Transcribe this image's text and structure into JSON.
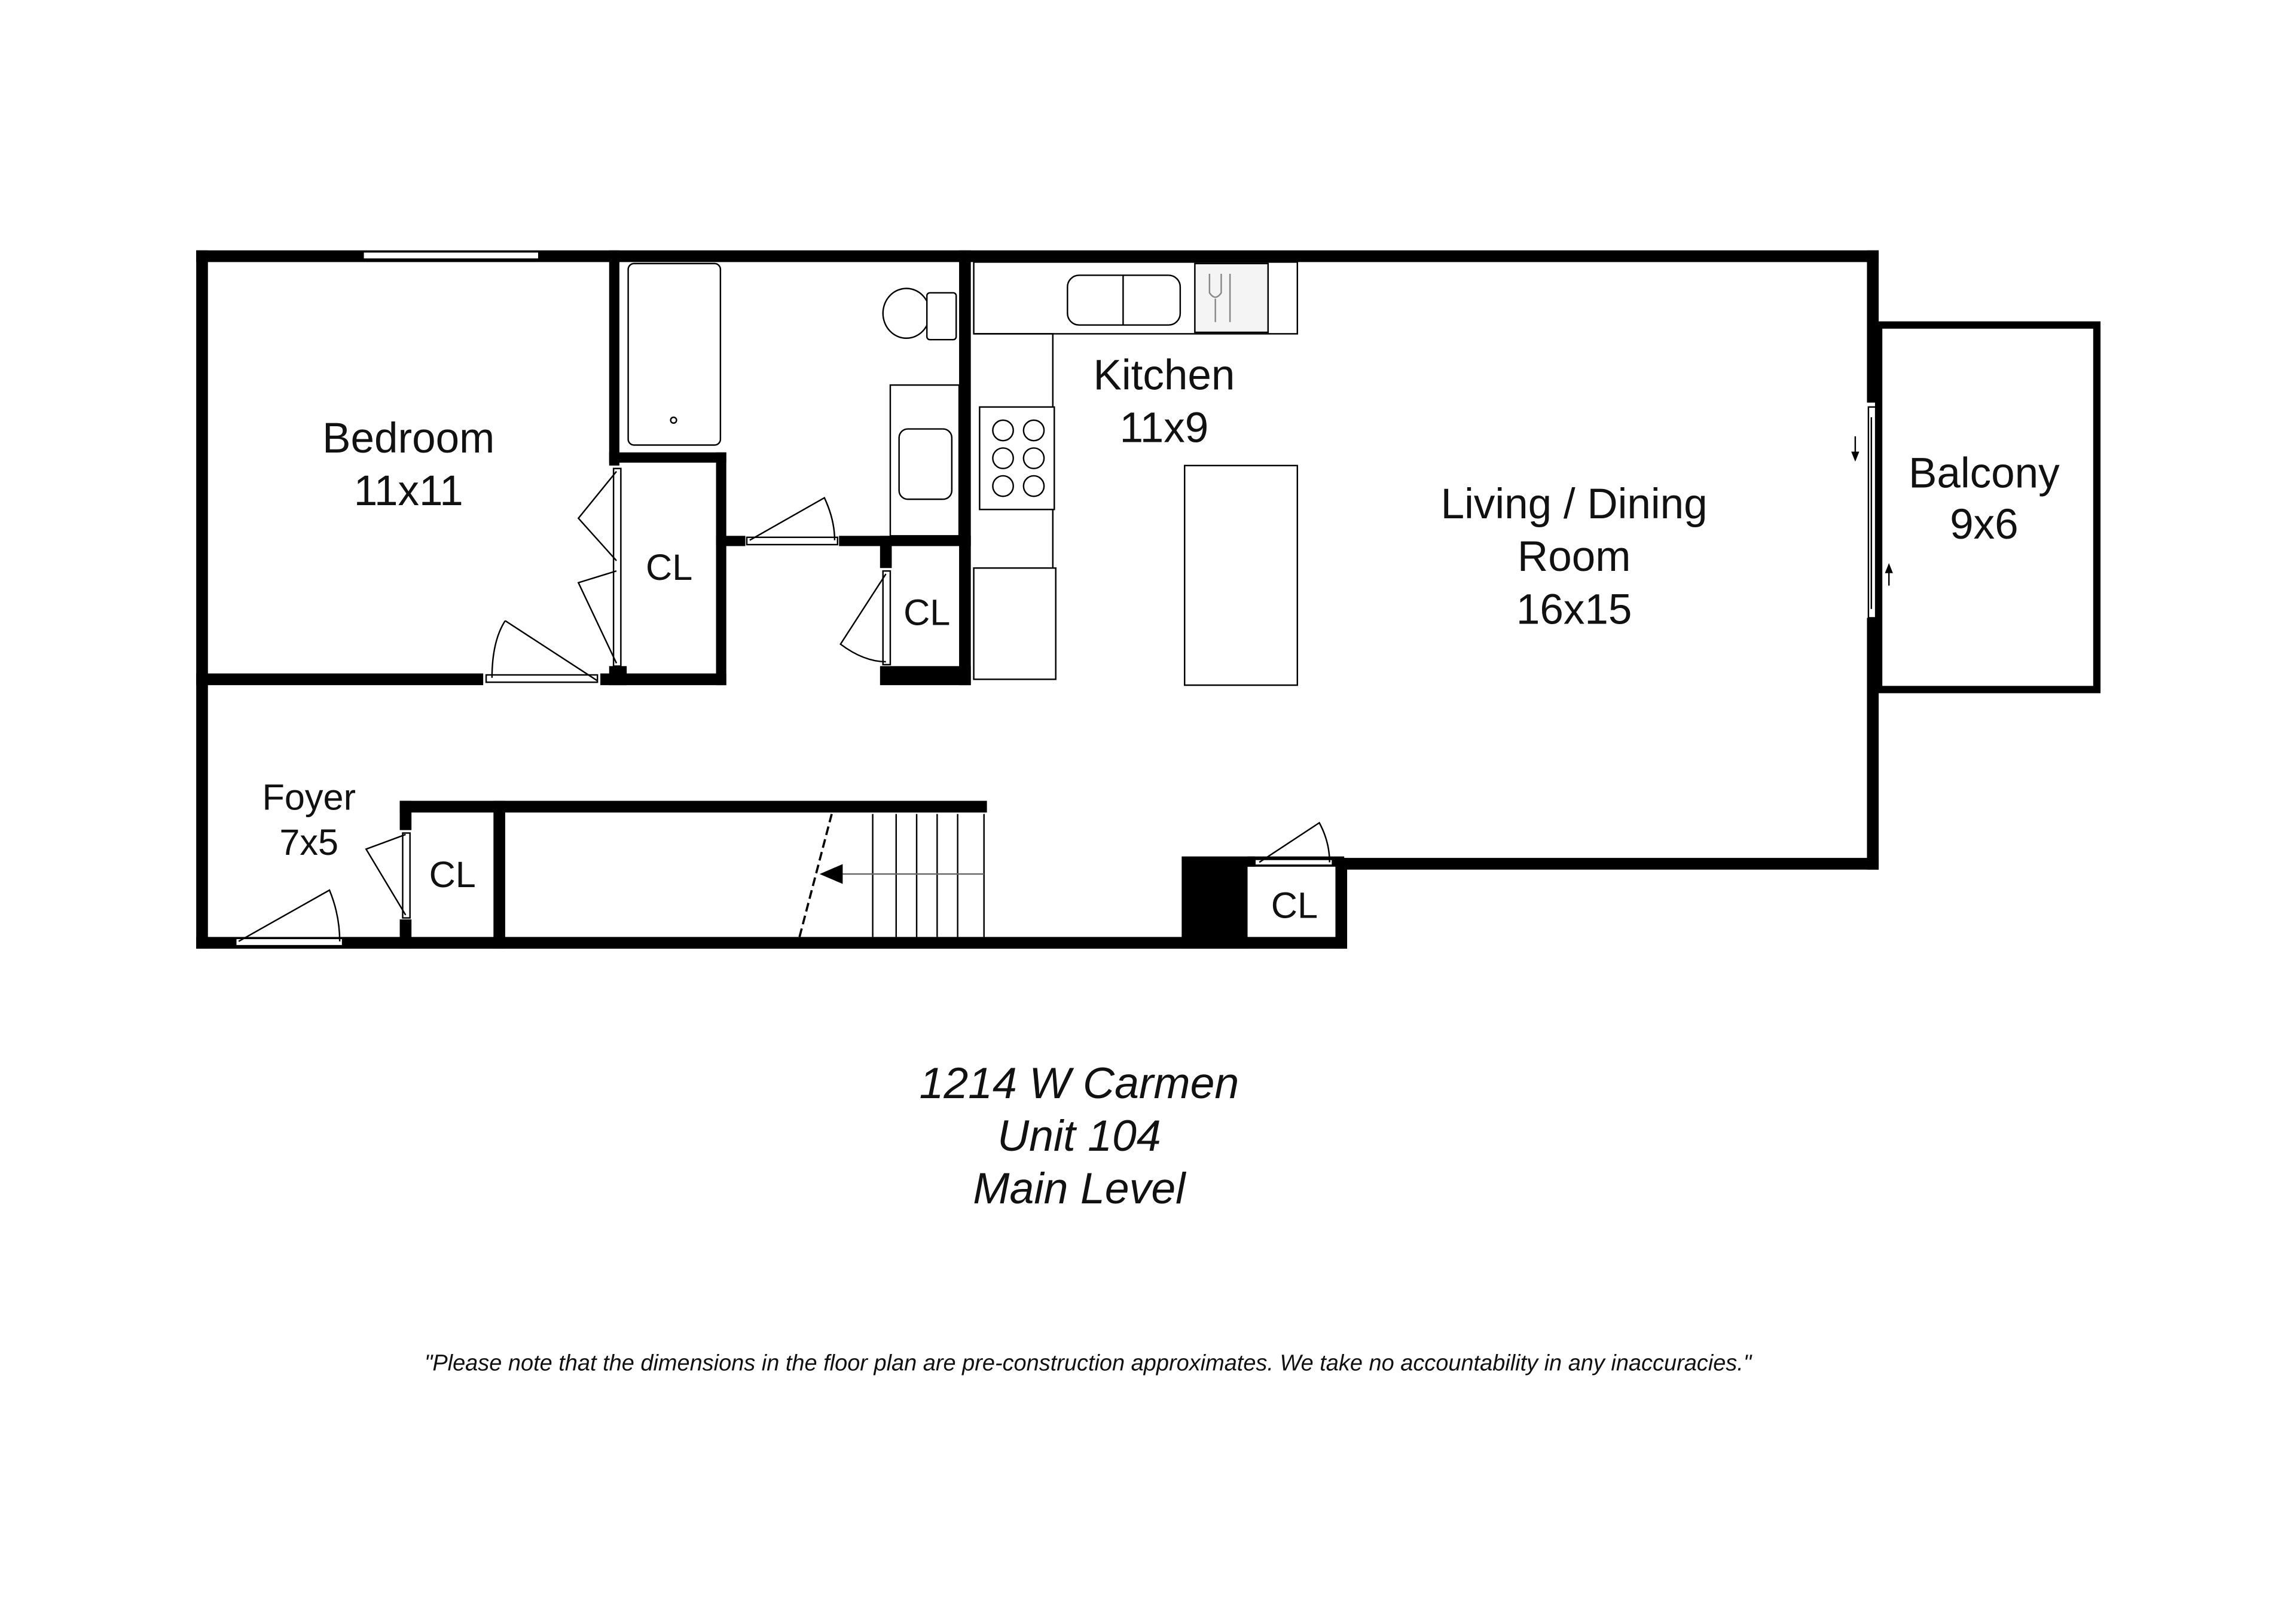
{
  "rooms": {
    "bedroom": {
      "name": "Bedroom",
      "size": "11x11"
    },
    "kitchen": {
      "name": "Kitchen",
      "size": "11x9"
    },
    "living": {
      "name_line1": "Living / Dining",
      "name_line2": "Room",
      "size": "16x15"
    },
    "balcony": {
      "name": "Balcony",
      "size": "9x6"
    },
    "foyer": {
      "name": "Foyer",
      "size": "7x5"
    },
    "closets": [
      "CL",
      "CL",
      "CL",
      "CL"
    ]
  },
  "caption": {
    "address": "1214 W Carmen",
    "unit": "Unit 104",
    "level": "Main Level"
  },
  "disclaimer": "\"Please note that the dimensions in the floor plan are pre-construction approximates. We take no accountability in any inaccuracies.\""
}
